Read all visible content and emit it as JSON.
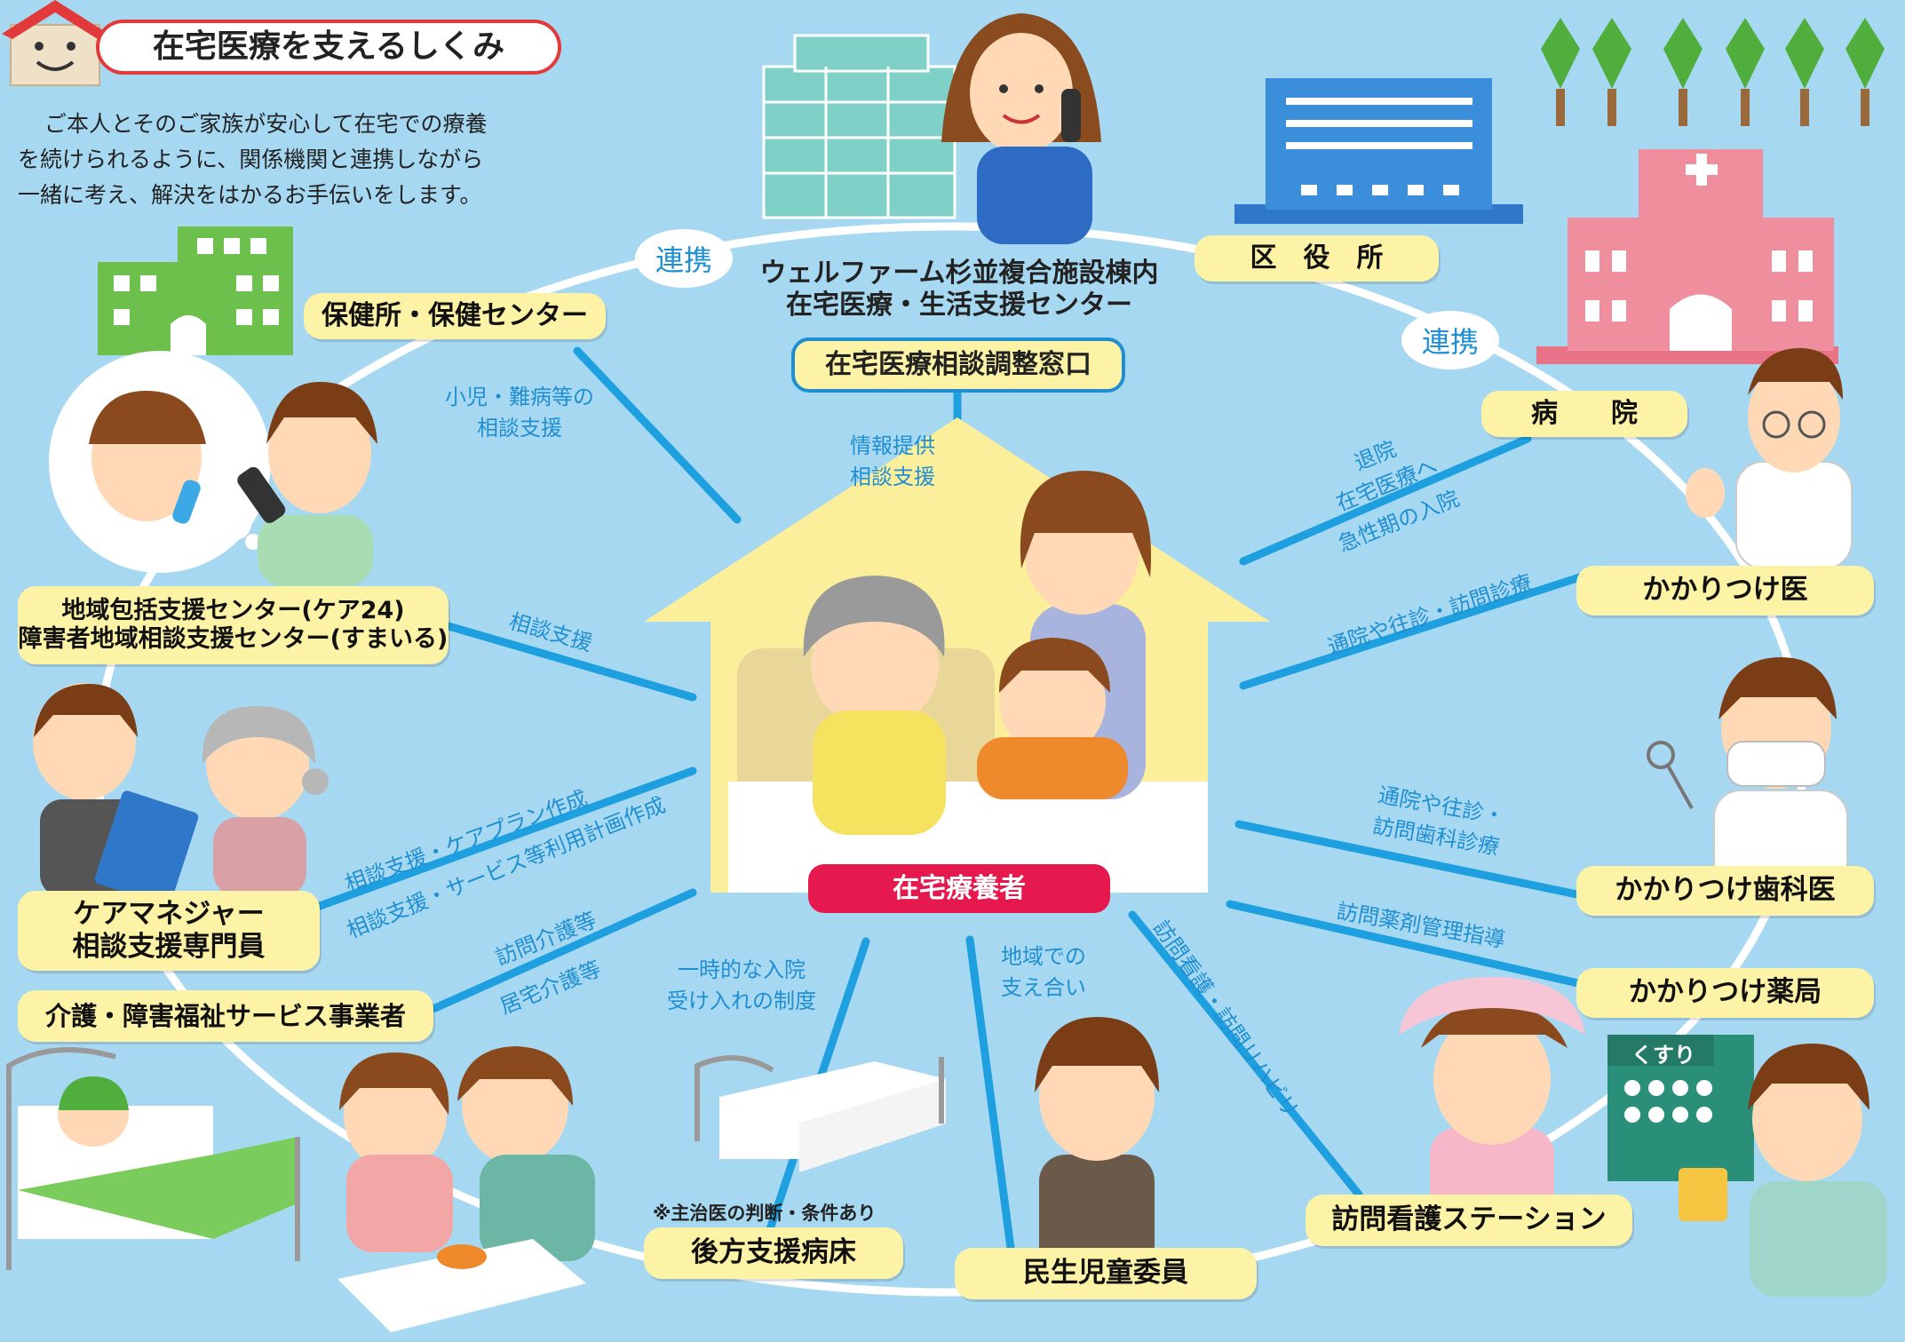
{
  "header": {
    "title": "在宅医療を支えるしくみ",
    "intro_lines": [
      "ご本人とそのご家族が安心して在宅での療養",
      "を続けられるように、関係機関と連携しながら",
      "一緒に考え、解決をはかるお手伝いをします。"
    ]
  },
  "center": {
    "org_lines": [
      "ウェルファーム杉並複合施設棟内",
      "在宅医療・生活支援センター"
    ],
    "window_label": "在宅医療相談調整窓口",
    "patient_label": "在宅療養者"
  },
  "collab": [
    "連携",
    "連携"
  ],
  "nodes": {
    "hokenjo": "保健所・保健センター",
    "kuyakusho": "区　役　所",
    "byoin": "病　　院",
    "kakaritsuke_i": "かかりつけ医",
    "chiiki_lines": [
      "地域包括支援センター(ケア24)",
      "障害者地域相談支援センター(すまいる)"
    ],
    "caremanager_lines": [
      "ケアマネジャー",
      "相談支援専門員"
    ],
    "kaigo": "介護・障害福祉サービス事業者",
    "shika": "かかりつけ歯科医",
    "yakkyoku": "かかりつけ薬局",
    "houmon_kango": "訪問看護ステーション",
    "minsei": "民生児童委員",
    "kouhou": "後方支援病床"
  },
  "link_labels": {
    "jouhou": [
      "情報提供",
      "相談支援"
    ],
    "shouni": [
      "小児・難病等の",
      "相談支援"
    ],
    "soudan": "相談支援",
    "careplan_1": "相談支援・ケアプラン作成",
    "careplan_2": "相談支援・サービス等利用計画作成",
    "kaigo_1": "訪問介護等",
    "kaigo_2": "居宅介護等",
    "ichiji": [
      "一時的な入院",
      "受け入れの制度"
    ],
    "chiiki_sasae": [
      "地域での",
      "支え合い"
    ],
    "kango_rehab": "訪問看護・訪問リハビリ",
    "yakuzai": "訪問薬剤管理指導",
    "shika_link": [
      "通院や往診・",
      "訪問歯科診療"
    ],
    "ishi_link": "通院や往診・訪問診療",
    "taiin": [
      "退院",
      "在宅医療へ"
    ],
    "kyusei": "急性期の入院"
  },
  "notes": {
    "kouhou_note": "※主治医の判断・条件あり"
  },
  "pharmacy_sign": "くすり",
  "colors": {
    "background": "#a7d8f2",
    "label_fill": "#fdf3a6",
    "link_blue": "#1f8fd1",
    "patient_red": "#e5194d",
    "house_yellow": "#fbef9b",
    "hospital_pink": "#ef8f9d",
    "green_building": "#6dc04b",
    "blue_building": "#3b8ed9"
  }
}
